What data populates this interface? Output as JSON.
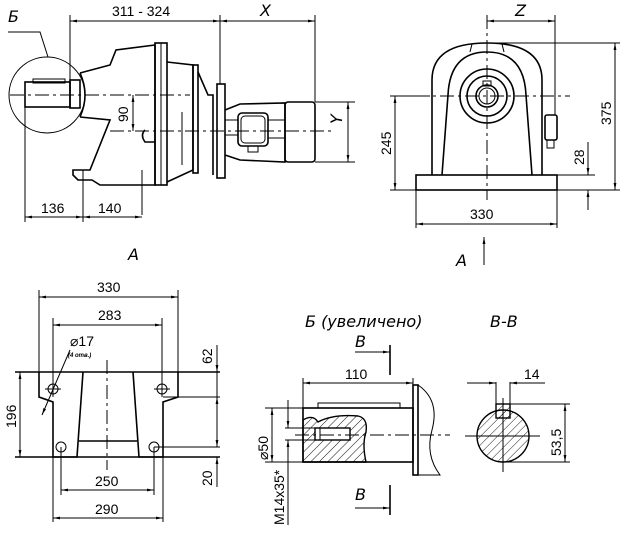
{
  "side_view": {
    "callout_label": "Б",
    "dim_overall": "311 - 324",
    "dim_motor": "X",
    "dim_shaft_offset": "90",
    "dim_motor_height": "Y",
    "dim_136": "136",
    "dim_140": "140",
    "view_arrow_label": "A"
  },
  "front_view": {
    "dim_z": "Z",
    "dim_height_total": "375",
    "dim_axis_height": "245",
    "dim_base_thickness": "28",
    "dim_base_width": "330",
    "view_arrow_label": "A"
  },
  "base_plan": {
    "dim_330": "330",
    "dim_283": "283",
    "hole_dia": "⌀17",
    "hole_note": "(4 отв.)",
    "dim_196": "196",
    "dim_62": "62",
    "dim_20": "20",
    "dim_250": "250",
    "dim_290": "290"
  },
  "detail_b": {
    "title": "Б (увеличено)",
    "section_mark_top": "В",
    "section_mark_bottom": "В",
    "dim_110": "110",
    "dim_dia50": "⌀50",
    "thread": "M14x35*"
  },
  "section_vv": {
    "title": "В-В",
    "dim_key": "14",
    "dim_height": "53,5"
  }
}
